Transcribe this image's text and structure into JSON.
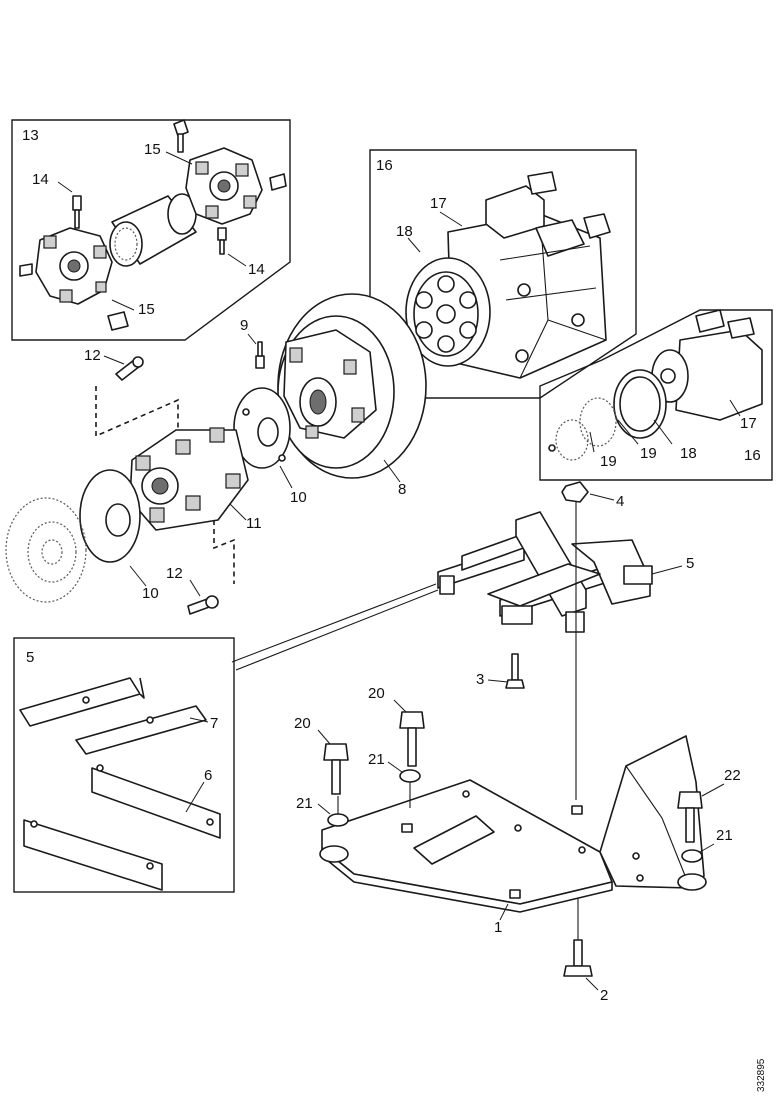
{
  "callouts": {
    "c1": "1",
    "c2": "2",
    "c3": "3",
    "c4": "4",
    "c5_main": "5",
    "c5_box": "5",
    "c6": "6",
    "c7": "7",
    "c8": "8",
    "c9": "9",
    "c10_upper": "10",
    "c10_lower": "10",
    "c11": "11",
    "c12_upper": "12",
    "c12_lower": "12",
    "c13": "13",
    "c14_left": "14",
    "c14_right": "14",
    "c15_top": "15",
    "c15_bottom": "15",
    "c16_box": "16",
    "c16_lower": "16",
    "c17_upper": "17",
    "c17_lower": "17",
    "c18_upper": "18",
    "c18_lower": "18",
    "c19_a": "19",
    "c19_b": "19",
    "c20_left": "20",
    "c20_right": "20",
    "c21_a": "21",
    "c21_b": "21",
    "c21_c": "21",
    "c22": "22"
  },
  "drawing_reference": "332895"
}
